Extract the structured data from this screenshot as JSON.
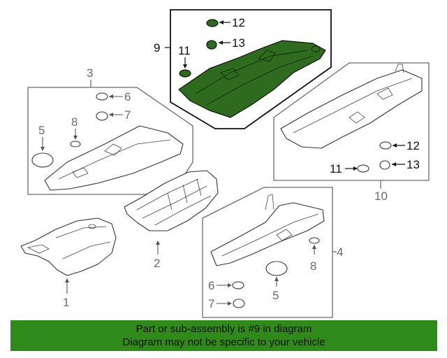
{
  "callouts": {
    "c1": "1",
    "c2": "2",
    "c3": "3",
    "c4": "4",
    "c5a": "5",
    "c5b": "5",
    "c6a": "6",
    "c6b": "6",
    "c7a": "7",
    "c7b": "7",
    "c8a": "8",
    "c8b": "8",
    "c9": "9",
    "c10": "10",
    "c11a": "11",
    "c11b": "11",
    "c12a": "12",
    "c12b": "12",
    "c13a": "13",
    "c13b": "13"
  },
  "banner": {
    "line1": "Part or sub-assembly is #9 in diagram",
    "line2": "Diagram may not be specific to your vehicle"
  },
  "colors": {
    "highlight_part": "#2e6b1e",
    "banner": "#2f8a1a"
  }
}
